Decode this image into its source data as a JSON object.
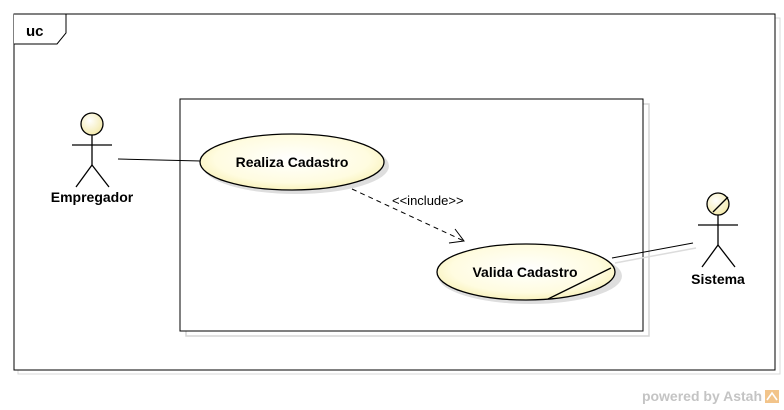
{
  "frame": {
    "tag": "uc"
  },
  "actors": {
    "employer": "Empregador",
    "system": "Sistema"
  },
  "use_cases": {
    "register": "Realiza Cadastro",
    "validate": "Valida Cadastro"
  },
  "relations": {
    "include": "<<include>>"
  },
  "footer": {
    "powered_by": "powered by Astah"
  },
  "colors": {
    "use_case_fill": "#fffde0",
    "actor_head_fill": "#fffbd0",
    "stroke": "#000000",
    "shadow": "#d9d9d9"
  }
}
